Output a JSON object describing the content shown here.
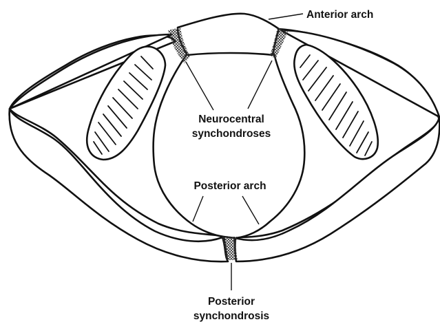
{
  "diagram": {
    "labels": {
      "anterior_arch": "Anterior arch",
      "neurocentral_line1": "Neurocentral",
      "neurocentral_line2": "synchondroses",
      "posterior_arch": "Posterior arch",
      "posterior_synch_line1": "Posterior",
      "posterior_synch_line2": "synchondrosis"
    }
  }
}
